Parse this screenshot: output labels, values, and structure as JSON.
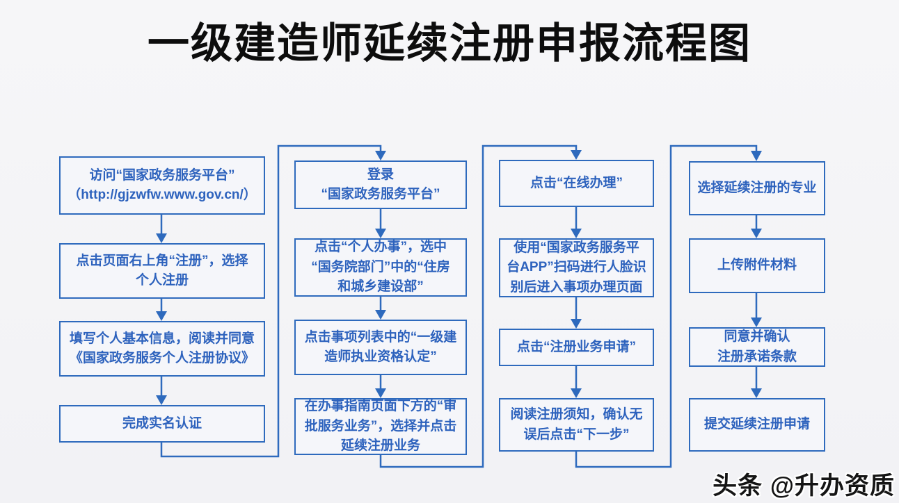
{
  "title": "一级建造师延续注册申报流程图",
  "watermark": "头条 @升办资质",
  "colors": {
    "accent_blue": "#2e6abd",
    "box_text_blue": "#2d62bd",
    "box_fill": "#f5f6fa",
    "background": "#f3f3f6",
    "title_black": "#0d0d0d"
  },
  "flowchart": {
    "columns": [
      {
        "boxes": [
          {
            "text": "访问“国家政务服务平台”\n（http://gjzwfw.www.gov.cn/）"
          },
          {
            "text": "点击页面右上角“注册”，选择\n个人注册"
          },
          {
            "text": "填写个人基本信息，阅读并同意\n《国家政务服务个人注册协议》"
          },
          {
            "text": "完成实名认证"
          }
        ]
      },
      {
        "boxes": [
          {
            "text": "登录\n“国家政务服务平台”"
          },
          {
            "text": "点击“个人办事”，选中\n“国务院部门”中的“住房\n和城乡建设部”"
          },
          {
            "text": "点击事项列表中的“一级建\n造师执业资格认定”"
          },
          {
            "text": "在办事指南页面下方的“审\n批服务业务”，选择并点击\n延续注册业务"
          }
        ]
      },
      {
        "boxes": [
          {
            "text": "点击“在线办理”"
          },
          {
            "text": "使用“国家政务服务平\n台APP”扫码进行人脸识\n别后进入事项办理页面"
          },
          {
            "text": "点击“注册业务申请”"
          },
          {
            "text": "阅读注册须知，确认无\n误后点击“下一步”"
          }
        ]
      },
      {
        "boxes": [
          {
            "text": "选择延续注册的专业"
          },
          {
            "text": "上传附件材料"
          },
          {
            "text": "同意并确认\n注册承诺条款"
          },
          {
            "text": "提交延续注册申请"
          }
        ]
      }
    ]
  }
}
